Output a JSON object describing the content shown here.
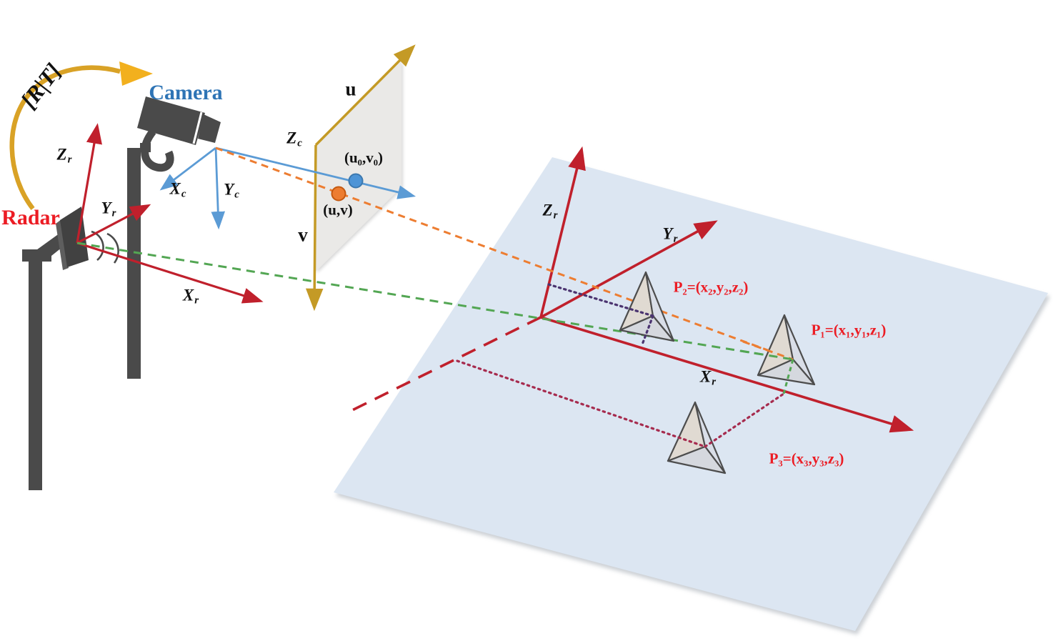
{
  "diagram": {
    "transform_label": "[R|T]",
    "camera": {
      "label": "Camera"
    },
    "radar": {
      "label": "Radar"
    },
    "camera_axes": {
      "x": {
        "base": "X",
        "sub": "c"
      },
      "y": {
        "base": "Y",
        "sub": "c"
      },
      "z": {
        "base": "Z",
        "sub": "c"
      }
    },
    "radar_axes_sensor": {
      "x": {
        "base": "X",
        "sub": "r"
      },
      "y": {
        "base": "Y",
        "sub": "r"
      },
      "z": {
        "base": "Z",
        "sub": "r"
      }
    },
    "radar_axes_ground": {
      "x": {
        "base": "X",
        "sub": "r"
      },
      "y": {
        "base": "Y",
        "sub": "r"
      },
      "z": {
        "base": "Z",
        "sub": "r"
      }
    },
    "image_plane": {
      "u_label": "u",
      "v_label": "v",
      "principal_point_label": "(u₀,v₀)",
      "pixel_point_label": "(u,v)"
    },
    "targets": {
      "p1_label": "P₁=(x₁,y₁,z₁)",
      "p2_label": "P₂=(x₂,y₂,z₂)",
      "p3_label": "P₃=(x₃,y₃,z₃)"
    },
    "colors": {
      "axis_red": "#C0202C",
      "bright_label_red": "#EC1C24",
      "camera_axis_blue": "#5B9BD5",
      "camera_label_blue": "#2E74B5",
      "orange_dashed": "#ED7D31",
      "green_dashed": "#53A653",
      "gold_axis": "#C49A26",
      "yellow_arrow": "#F2B01E",
      "purple_dotted": "#4B3470",
      "maroon_dotted": "#A62B4E",
      "ground_plane_fill": "#DCE6F2",
      "image_plane_fill": "#E9E8E6",
      "equipment_gray": "#4A4A4A",
      "principal_dot_blue": "#4D94D6",
      "pixel_dot_orange": "#ED7D31"
    }
  }
}
